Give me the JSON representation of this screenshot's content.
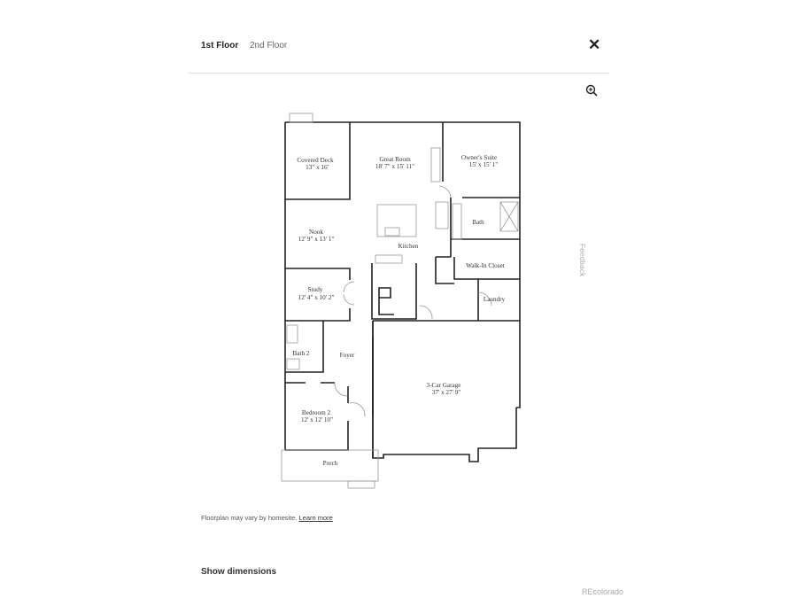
{
  "tabs": [
    {
      "label": "1st Floor",
      "active": true
    },
    {
      "label": "2nd Floor",
      "active": false
    }
  ],
  "icons": {
    "close": "close-icon",
    "zoom": "zoom-in-icon"
  },
  "feedback_label": "Feedback",
  "floorplan": {
    "rooms": [
      {
        "name": "Covered Deck",
        "size": "13\" x 16'"
      },
      {
        "name": "Great Room",
        "size": "18' 7\" x 15' 11\""
      },
      {
        "name": "Owner's Suite",
        "size": "15' x 15' 1\""
      },
      {
        "name": "Nook",
        "size": "12' 9\" x 13' 1\""
      },
      {
        "name": "Kitchen",
        "size": ""
      },
      {
        "name": "Bath",
        "size": ""
      },
      {
        "name": "Walk-In Closet",
        "size": ""
      },
      {
        "name": "Study",
        "size": "12' 4\" x 10' 2\""
      },
      {
        "name": "Laundry",
        "size": ""
      },
      {
        "name": "Bath 2",
        "size": ""
      },
      {
        "name": "Foyer",
        "size": ""
      },
      {
        "name": "3-Car Garage",
        "size": "37' x 27' 9\""
      },
      {
        "name": "Bedroom 2",
        "size": "12' x 12' 10\""
      },
      {
        "name": "Porch",
        "size": ""
      }
    ]
  },
  "note": {
    "text": "Floorplan may vary by homesite.",
    "link": "Learn more"
  },
  "show_dimensions": "Show dimensions",
  "brand": "REcolorado"
}
